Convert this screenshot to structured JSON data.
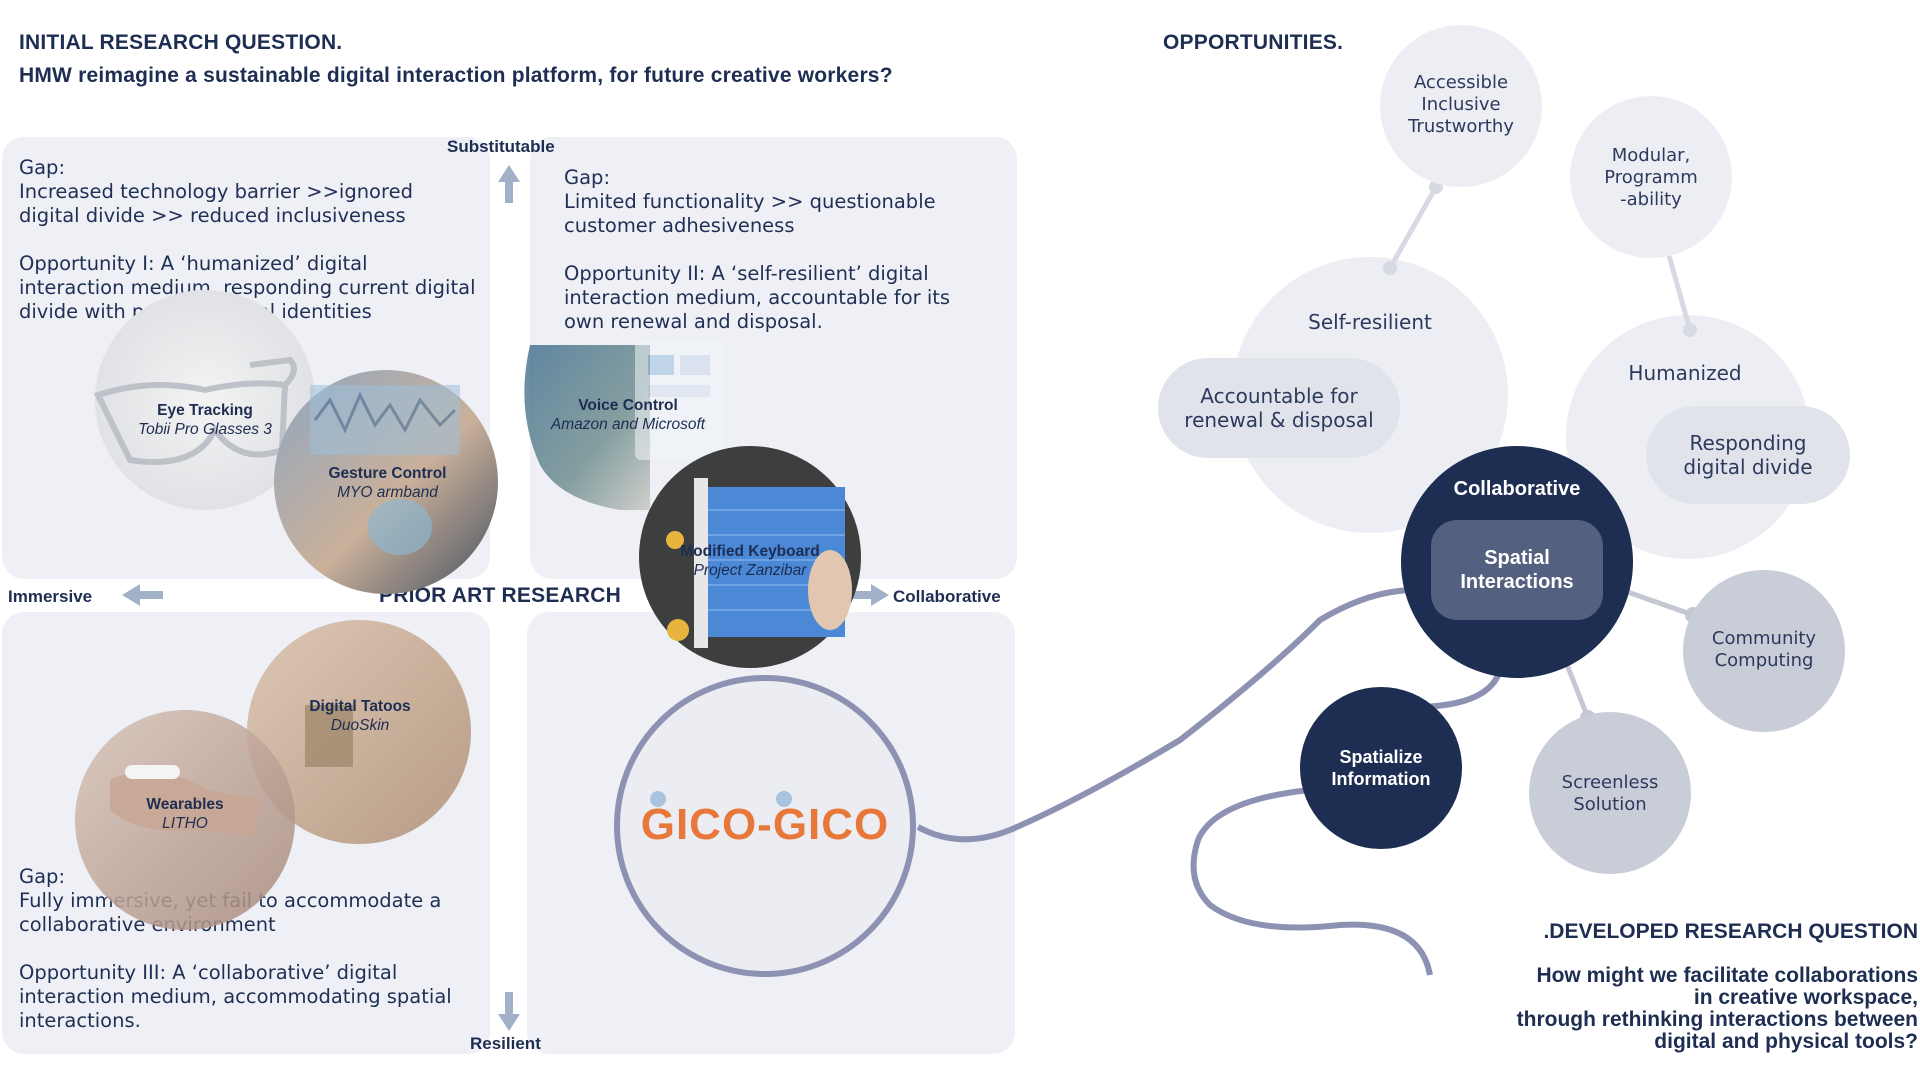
{
  "header": {
    "section_title": "INITIAL RESEARCH QUESTION.",
    "question": "HMW reimagine a sustainable digital interaction platform, for future creative workers?"
  },
  "axes": {
    "top": "Substitutable",
    "bottom": "Resilient",
    "left": "Immersive",
    "right": "Collaborative",
    "center": "PRIOR ART RESEARCH"
  },
  "quadrants": {
    "q1": {
      "gap": "Gap:\nIncreased technology barrier >>ignored digital divide >> reduced inclusiveness",
      "opportunity": "Opportunity I:  A ‘humanized’ digital interaction  medium, responding current digital divide with positive digital identities"
    },
    "q2": {
      "gap": "Gap:\nLimited functionality >> questionable customer adhesiveness",
      "opportunity": "Opportunity II: A ‘self-resilient’ digital interaction medium, accountable for its own renewal and disposal."
    },
    "q3": {
      "gap": "Gap:\nFully immersive, yet fail to accommodate a collaborative environment",
      "opportunity": "Opportunity III: A ‘collaborative’ digital interaction medium, accommodating spatial interactions."
    }
  },
  "prior_art": [
    {
      "title": "Eye Tracking",
      "subtitle": "Tobii Pro Glasses 3"
    },
    {
      "title": "Gesture Control",
      "subtitle": "MYO armband"
    },
    {
      "title": "Voice Control",
      "subtitle": "Amazon and Microsoft"
    },
    {
      "title": "Modified Keyboard",
      "subtitle": "Project Zanzibar"
    },
    {
      "title": "Digital Tatoos",
      "subtitle": "DuoSkin"
    },
    {
      "title": "Wearables",
      "subtitle": "LITHO"
    }
  ],
  "logo": {
    "text": "GICO-GICO",
    "color": "#e8783a"
  },
  "opportunities": {
    "title": "OPPORTUNITIES.",
    "accessible": "Accessible\nInclusive\nTrustworthy",
    "modular": "Modular,\nProgramm\n-ability",
    "self_resilient": "Self-resilient",
    "accountable": "Accountable for\nrenewal & disposal",
    "humanized": "Humanized",
    "responding": "Responding\ndigital divide",
    "collaborative": "Collaborative",
    "spatial_interactions": "Spatial\nInteractions",
    "community": "Community\nComputing",
    "spatialize": "Spatialize\nInformation",
    "screenless": "Screenless\nSolution"
  },
  "developed": {
    "title": ".DEVELOPED RESEARCH QUESTION",
    "question": "How might we facilitate collaborations\nin creative workspace,\nthrough rethinking interactions between\ndigital and physical tools?"
  },
  "colors": {
    "navy": "#1e2d52",
    "panel": "#eef0f5",
    "bubble": "#eceef3",
    "bubble_mid": "#c9cdd8",
    "connector": "#8d92b3",
    "arrow": "#a3b1c8"
  }
}
